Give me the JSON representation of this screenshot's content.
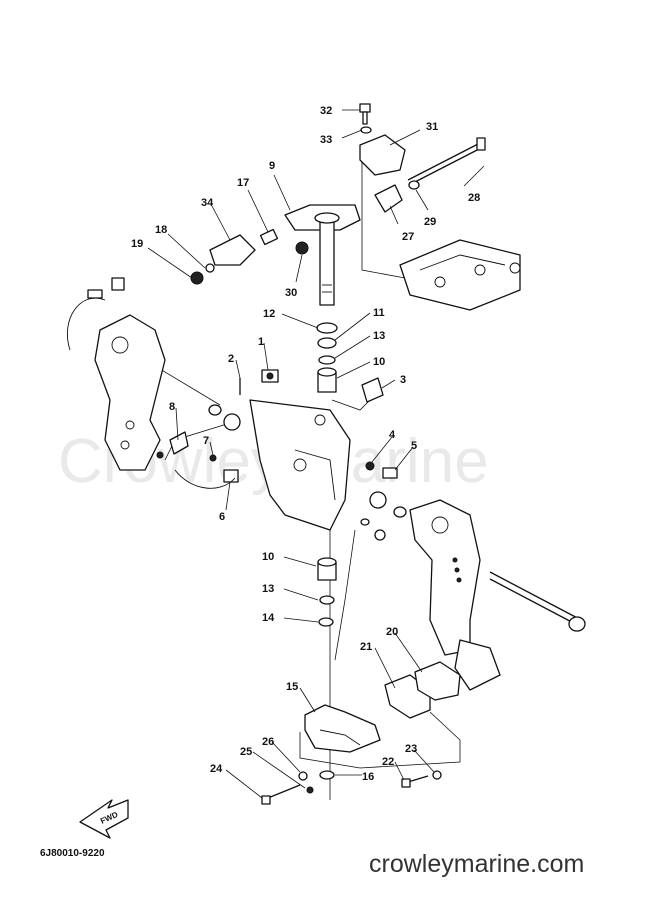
{
  "watermark": "Crowley Marine",
  "diagram_code": "6J80010-9220",
  "site": "crowleymarine.com",
  "fwd_label": "FWD",
  "callouts": [
    "32",
    "33",
    "31",
    "9",
    "17",
    "34",
    "28",
    "29",
    "27",
    "18",
    "19",
    "30",
    "12",
    "11",
    "13",
    "10",
    "3",
    "2",
    "1",
    "8",
    "7",
    "4",
    "5",
    "6",
    "10",
    "13",
    "14",
    "21",
    "20",
    "15",
    "26",
    "25",
    "24",
    "22",
    "23",
    "16"
  ]
}
